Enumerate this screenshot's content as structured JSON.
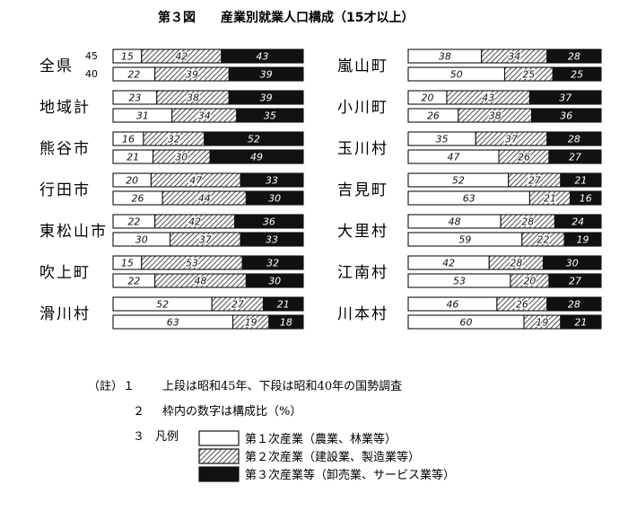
{
  "title": "第３図　　産業別就業人口構成（15才以上）",
  "colors": {
    "primary": "#ffffff",
    "secondary": "hatch",
    "tertiary": "#111111"
  },
  "chart_data": {
    "type": "bar",
    "stacked": true,
    "percent": true,
    "years": [
      "45",
      "40"
    ],
    "categories": [
      "全県",
      "地域計",
      "熊谷市",
      "行田市",
      "東松山市",
      "吹上町",
      "滑川村",
      "嵐山町",
      "小川町",
      "玉川村",
      "吉見町",
      "大里村",
      "江南村",
      "川本村"
    ],
    "series": [
      {
        "name": "第１次産業（農業、林業等）",
        "values": [
          [
            15,
            22
          ],
          [
            23,
            31
          ],
          [
            16,
            21
          ],
          [
            20,
            26
          ],
          [
            22,
            30
          ],
          [
            15,
            22
          ],
          [
            52,
            63
          ],
          [
            38,
            50
          ],
          [
            20,
            26
          ],
          [
            35,
            47
          ],
          [
            52,
            63
          ],
          [
            48,
            59
          ],
          [
            42,
            53
          ],
          [
            46,
            60
          ]
        ]
      },
      {
        "name": "第２次産業（建設業、製造業等）",
        "values": [
          [
            42,
            39
          ],
          [
            38,
            34
          ],
          [
            32,
            30
          ],
          [
            47,
            44
          ],
          [
            42,
            37
          ],
          [
            53,
            48
          ],
          [
            27,
            19
          ],
          [
            34,
            25
          ],
          [
            43,
            38
          ],
          [
            37,
            26
          ],
          [
            27,
            21
          ],
          [
            28,
            22
          ],
          [
            28,
            20
          ],
          [
            26,
            19
          ]
        ]
      },
      {
        "name": "第３次産業等（卸売業、サービス業等）",
        "values": [
          [
            43,
            39
          ],
          [
            39,
            35
          ],
          [
            52,
            49
          ],
          [
            33,
            30
          ],
          [
            36,
            33
          ],
          [
            32,
            30
          ],
          [
            21,
            18
          ],
          [
            28,
            25
          ],
          [
            37,
            36
          ],
          [
            28,
            27
          ],
          [
            21,
            16
          ],
          [
            24,
            19
          ],
          [
            30,
            27
          ],
          [
            28,
            21
          ]
        ]
      }
    ],
    "legend_position": "bottom"
  },
  "notes": [
    {
      "num": "（註）１",
      "text": "上段は昭和45年、下段は昭和40年の国勢調査"
    },
    {
      "num": "２",
      "text": "枠内の数字は構成比（%）"
    },
    {
      "num": "３",
      "text": "凡例"
    }
  ]
}
